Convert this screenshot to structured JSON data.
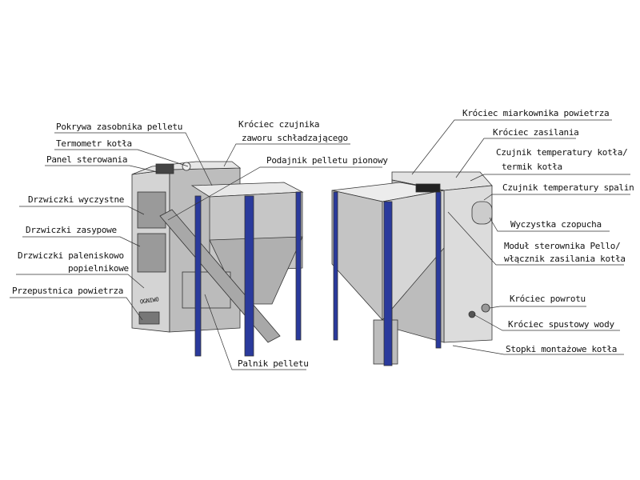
{
  "labels": {
    "pokrywa": "Pokrywa zasobnika pelletu",
    "termometr": "Termometr kotła",
    "panel": "Panel sterowania",
    "krociec_czujnika_1": "Króciec  czujnika",
    "krociec_czujnika_2": "zaworu schładzającego",
    "podajnik": "Podajnik pelletu pionowy",
    "drzwiczki_wyczystne": "Drzwiczki wyczystne",
    "drzwiczki_zasypowe": "Drzwiczki zasypowe",
    "drzwiczki_paleniskowo_1": "Drzwiczki paleniskowo",
    "drzwiczki_paleniskowo_2": "popielnikowe",
    "przepustnica": "Przepustnica powietrza",
    "palnik": "Palnik pelletu",
    "miarkownik": "Króciec miarkownika powietrza",
    "zasilanie": "Króciec zasilania",
    "czujnik_kotla_1": "Czujnik temperatury kotła/",
    "czujnik_kotla_2": "termik kotła",
    "czujnik_spalin": "Czujnik temperatury spalin",
    "wyczystka": "Wyczystka czopucha",
    "modul_1": "Moduł sterownika Pello/",
    "modul_2": "włącznik zasilania kotła",
    "powrot": "Króciec powrotu",
    "spustowy": "Króciec spustowy wody",
    "stopki": "Stopki montażowe kotła"
  },
  "logo_text": "OGNIWO",
  "colors": {
    "frame_blue": "#2a3a9c",
    "body_gray": "#c8c8c8",
    "line": "#222222"
  }
}
